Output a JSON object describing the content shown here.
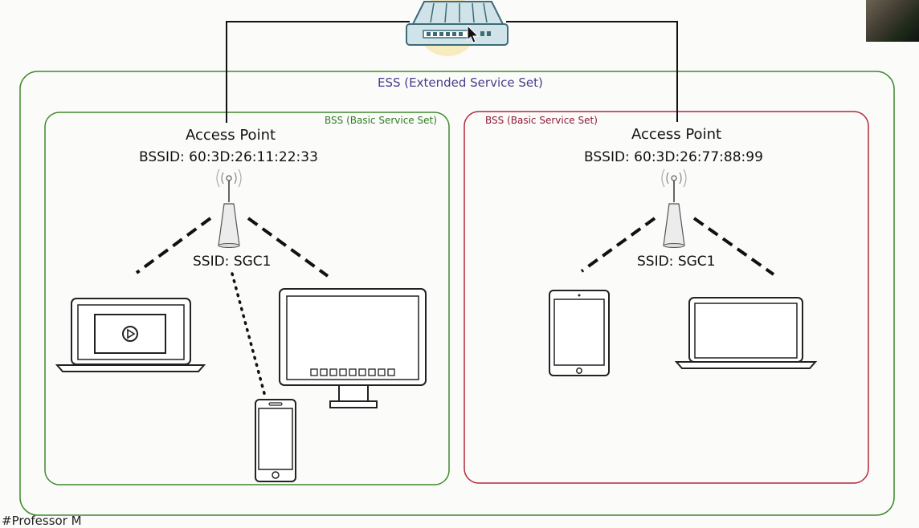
{
  "ess": {
    "label": "ESS (Extended Service Set)"
  },
  "bss_left": {
    "label": "BSS (Basic Service Set)",
    "ap_title": "Access Point",
    "bssid": "BSSID: 60:3D:26:11:22:33",
    "ssid": "SSID: SGC1"
  },
  "bss_right": {
    "label": "BSS (Basic Service Set)",
    "ap_title": "Access Point",
    "bssid": "BSSID: 60:3D:26:77:88:99",
    "ssid": "SSID: SGC1"
  },
  "footer": {
    "text": "#Professor M"
  },
  "colors": {
    "ess_border": "#3f8a2e",
    "bss_left_border": "#3f8a2e",
    "bss_right_border": "#b02a3a",
    "router_fill": "#cfe3e8",
    "router_stroke": "#3d6b78",
    "highlight": "#f3d77a"
  },
  "icons": {
    "router": "router-icon",
    "access_point": "wireless-access-point-icon",
    "laptop": "laptop-icon",
    "play": "play-icon",
    "monitor": "monitor-icon",
    "phone": "smartphone-icon",
    "tablet": "tablet-icon",
    "cursor": "mouse-cursor-icon"
  }
}
